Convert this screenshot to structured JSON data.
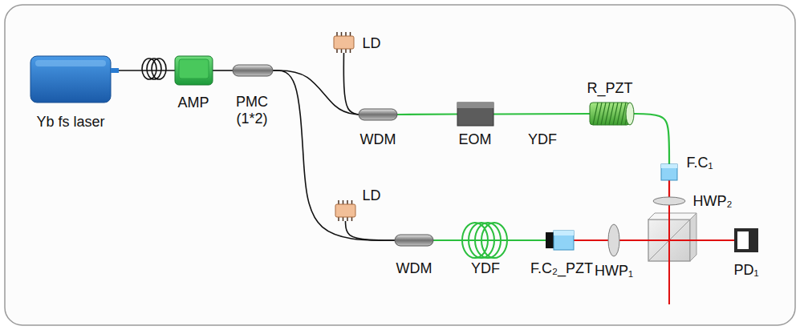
{
  "diagram": {
    "nodes": [
      {
        "text": [
          "Yb fs laser"
        ]
      },
      {
        "text": [
          "AMP"
        ]
      },
      {
        "text": [
          "PMC (1*2)"
        ]
      },
      {
        "text": [
          "LD"
        ]
      },
      {
        "text": [
          "WDM"
        ]
      },
      {
        "text": [
          "EOM"
        ]
      },
      {
        "text": [
          "R_PZT"
        ]
      },
      {
        "text": [
          "F.C₁"
        ]
      },
      {
        "text": [
          "HWP₂"
        ]
      },
      {
        "text": [
          "PD₁"
        ]
      },
      {
        "text": [
          "LD"
        ]
      },
      {
        "text": [
          "WDM"
        ]
      },
      {
        "text": [
          "F.C₂_PZT"
        ]
      },
      {
        "text": [
          "HWP₁"
        ]
      }
    ],
    "edges": [
      {
        "from": 0,
        "to": 1,
        "arrow": "none"
      },
      {
        "from": 1,
        "to": 2,
        "arrow": "none"
      },
      {
        "from": 2,
        "to": 4,
        "arrow": "none"
      },
      {
        "from": 3,
        "to": 4,
        "arrow": "none"
      },
      {
        "from": 4,
        "to": 5,
        "arrow": "none"
      },
      {
        "from": 5,
        "to": 6,
        "arrow": "none"
      },
      {
        "from": 6,
        "to": 7,
        "arrow": "none"
      },
      {
        "from": 2,
        "to": 11,
        "arrow": "none"
      },
      {
        "from": 10,
        "to": 11,
        "arrow": "none"
      },
      {
        "from": 11,
        "to": 12,
        "arrow": "none"
      },
      {
        "from": 12,
        "to": 13,
        "arrow": "none"
      },
      {
        "from": 13,
        "to": 9,
        "arrow": "none"
      },
      {
        "from": 7,
        "to": 8,
        "arrow": "none"
      }
    ],
    "labels": [
      "YDF",
      "YDF"
    ]
  }
}
